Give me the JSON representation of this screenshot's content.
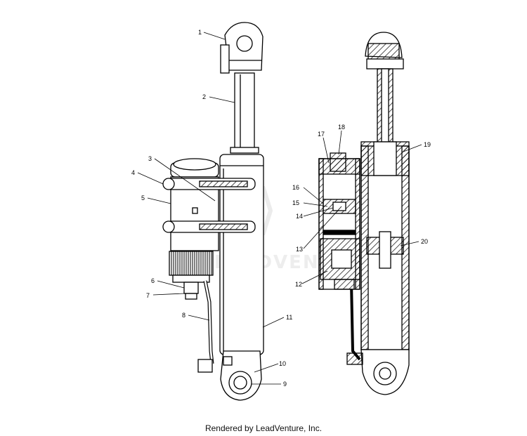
{
  "diagram": {
    "callouts": [
      "1",
      "2",
      "3",
      "4",
      "5",
      "6",
      "7",
      "8",
      "9",
      "10",
      "11",
      "12",
      "13",
      "14",
      "15",
      "16",
      "17",
      "18",
      "19",
      "20"
    ]
  },
  "watermark": {
    "text": "LEADVENTURE"
  },
  "footer": {
    "text": "Rendered by LeadVenture, Inc."
  }
}
